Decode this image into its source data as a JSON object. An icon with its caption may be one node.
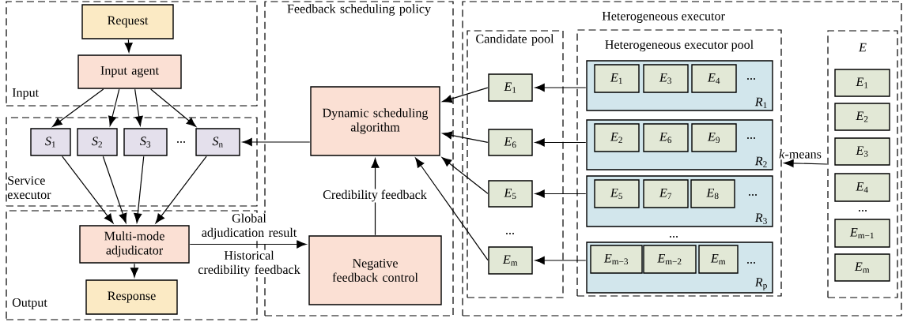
{
  "diagram": {
    "nodes": [
      {
        "text": [
          "Input"
        ]
      },
      {
        "text": [
          "Request"
        ],
        "in": 0
      },
      {
        "text": [
          "Input agent"
        ],
        "in": 0
      },
      {
        "text": [
          "Service executor"
        ]
      },
      {
        "text": [
          "*S*$_{1}$"
        ],
        "in": 3
      },
      {
        "text": [
          "*S*$_{2}$"
        ],
        "in": 3
      },
      {
        "text": [
          "*S*$_{3}$"
        ],
        "in": 3
      },
      {
        "text": [
          "*S*$_{n}$"
        ],
        "in": 3
      },
      {
        "text": [
          "Output"
        ]
      },
      {
        "text": [
          "Multi-mode adjudicator"
        ],
        "in": 8
      },
      {
        "text": [
          "Response"
        ],
        "in": 8
      },
      {
        "text": [
          "Feedback scheduling policy"
        ]
      },
      {
        "text": [
          "Dynamic scheduling algorithm"
        ],
        "in": 11
      },
      {
        "text": [
          "Negative feedback control"
        ],
        "in": 11
      },
      {
        "text": [
          "Heterogeneous executor"
        ]
      },
      {
        "text": [
          "Candidate pool"
        ],
        "in": 14
      },
      {
        "text": [
          "*E*$_{1}$"
        ],
        "in": 15
      },
      {
        "text": [
          "*E*$_{6}$"
        ],
        "in": 15
      },
      {
        "text": [
          "*E*$_{5}$"
        ],
        "in": 15
      },
      {
        "text": [
          "*E*$_{m}$"
        ],
        "in": 15
      },
      {
        "text": [
          "Heterogeneous executor pool"
        ],
        "in": 14
      },
      {
        "text": [
          "*R*$_{1}$"
        ],
        "in": 20
      },
      {
        "text": [
          "*E*$_{1}$"
        ],
        "in": 21
      },
      {
        "text": [
          "*E*$_{3}$"
        ],
        "in": 21
      },
      {
        "text": [
          "*E*$_{4}$"
        ],
        "in": 21
      },
      {
        "text": [
          "*R*$_{2}$"
        ],
        "in": 20
      },
      {
        "text": [
          "*E*$_{2}$"
        ],
        "in": 25
      },
      {
        "text": [
          "*E*$_{6}$"
        ],
        "in": 25
      },
      {
        "text": [
          "*E*$_{9}$"
        ],
        "in": 25
      },
      {
        "text": [
          "*R*$_{3}$"
        ],
        "in": 20
      },
      {
        "text": [
          "*E*$_{5}$"
        ],
        "in": 29
      },
      {
        "text": [
          "*E*$_{7}$"
        ],
        "in": 29
      },
      {
        "text": [
          "*E*$_{8}$"
        ],
        "in": 29
      },
      {
        "text": [
          "*R*$_{p}$"
        ],
        "in": 20
      },
      {
        "text": [
          "*E*$_{m−3}$"
        ],
        "in": 33
      },
      {
        "text": [
          "*E*$_{m−2}$"
        ],
        "in": 33
      },
      {
        "text": [
          "*E*$_{m}$"
        ],
        "in": 33
      },
      {
        "text": [
          "E"
        ],
        "in": 14
      },
      {
        "text": [
          "*E*$_{1}$"
        ],
        "in": 37
      },
      {
        "text": [
          "*E*$_{2}$"
        ],
        "in": 37
      },
      {
        "text": [
          "*E*$_{3}$"
        ],
        "in": 37
      },
      {
        "text": [
          "*E*$_{4}$"
        ],
        "in": 37
      },
      {
        "text": [
          "*E*$_{m−1}$"
        ],
        "in": 37
      },
      {
        "text": [
          "*E*$_{m}$"
        ],
        "in": 37
      }
    ],
    "edges": [
      {
        "from": 1,
        "to": 2,
        "arrow": "to"
      },
      {
        "from": 2,
        "to": 4,
        "arrow": "to"
      },
      {
        "from": 2,
        "to": 5,
        "arrow": "to"
      },
      {
        "from": 2,
        "to": 6,
        "arrow": "to"
      },
      {
        "from": 2,
        "to": 7,
        "arrow": "to"
      },
      {
        "from": 4,
        "to": 9,
        "arrow": "to"
      },
      {
        "from": 5,
        "to": 9,
        "arrow": "to"
      },
      {
        "from": 6,
        "to": 9,
        "arrow": "to"
      },
      {
        "from": 7,
        "to": 9,
        "arrow": "to"
      },
      {
        "from": 9,
        "to": 10,
        "arrow": "to"
      },
      {
        "from": 9,
        "to": 13,
        "arrow": "to",
        "label": "Global adjudication result"
      },
      {
        "from": 13,
        "to": 12,
        "arrow": "to",
        "label": "Credibility feedback"
      },
      {
        "from": 12,
        "to": 7,
        "arrow": "to"
      },
      {
        "from": 16,
        "to": 12,
        "arrow": "to"
      },
      {
        "from": 17,
        "to": 12,
        "arrow": "to"
      },
      {
        "from": 18,
        "to": 12,
        "arrow": "to"
      },
      {
        "from": 19,
        "to": 12,
        "arrow": "to"
      },
      {
        "from": 21,
        "to": 16,
        "arrow": "to"
      },
      {
        "from": 25,
        "to": 17,
        "arrow": "to"
      },
      {
        "from": 29,
        "to": 18,
        "arrow": "to"
      },
      {
        "from": 33,
        "to": 19,
        "arrow": "to"
      },
      {
        "from": 37,
        "to": 20,
        "arrow": "to",
        "label": "*k*-means"
      }
    ],
    "labels": [
      "...",
      "Historical credibility feedback",
      "...",
      "...",
      "...",
      "...",
      "...",
      "...",
      "..."
    ]
  }
}
